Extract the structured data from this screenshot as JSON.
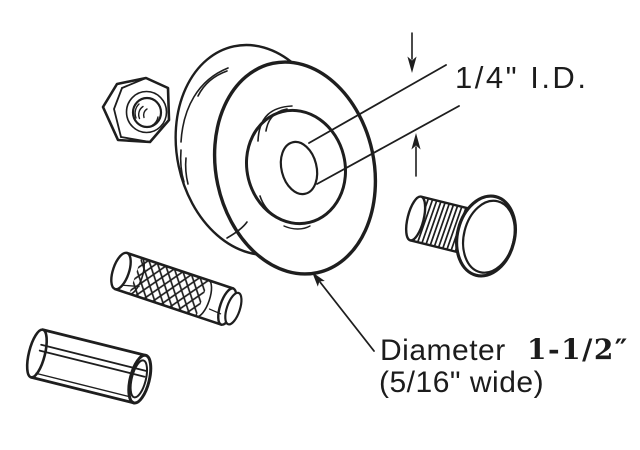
{
  "canvas": {
    "background": "#ffffff",
    "ink": "#1e1e1e"
  },
  "annotations": {
    "inner_diameter_label": "1/4\" I.D.",
    "diameter_label": "Diameter",
    "diameter_value": "1-1/2″",
    "width_label": "(5/16\" wide)"
  }
}
